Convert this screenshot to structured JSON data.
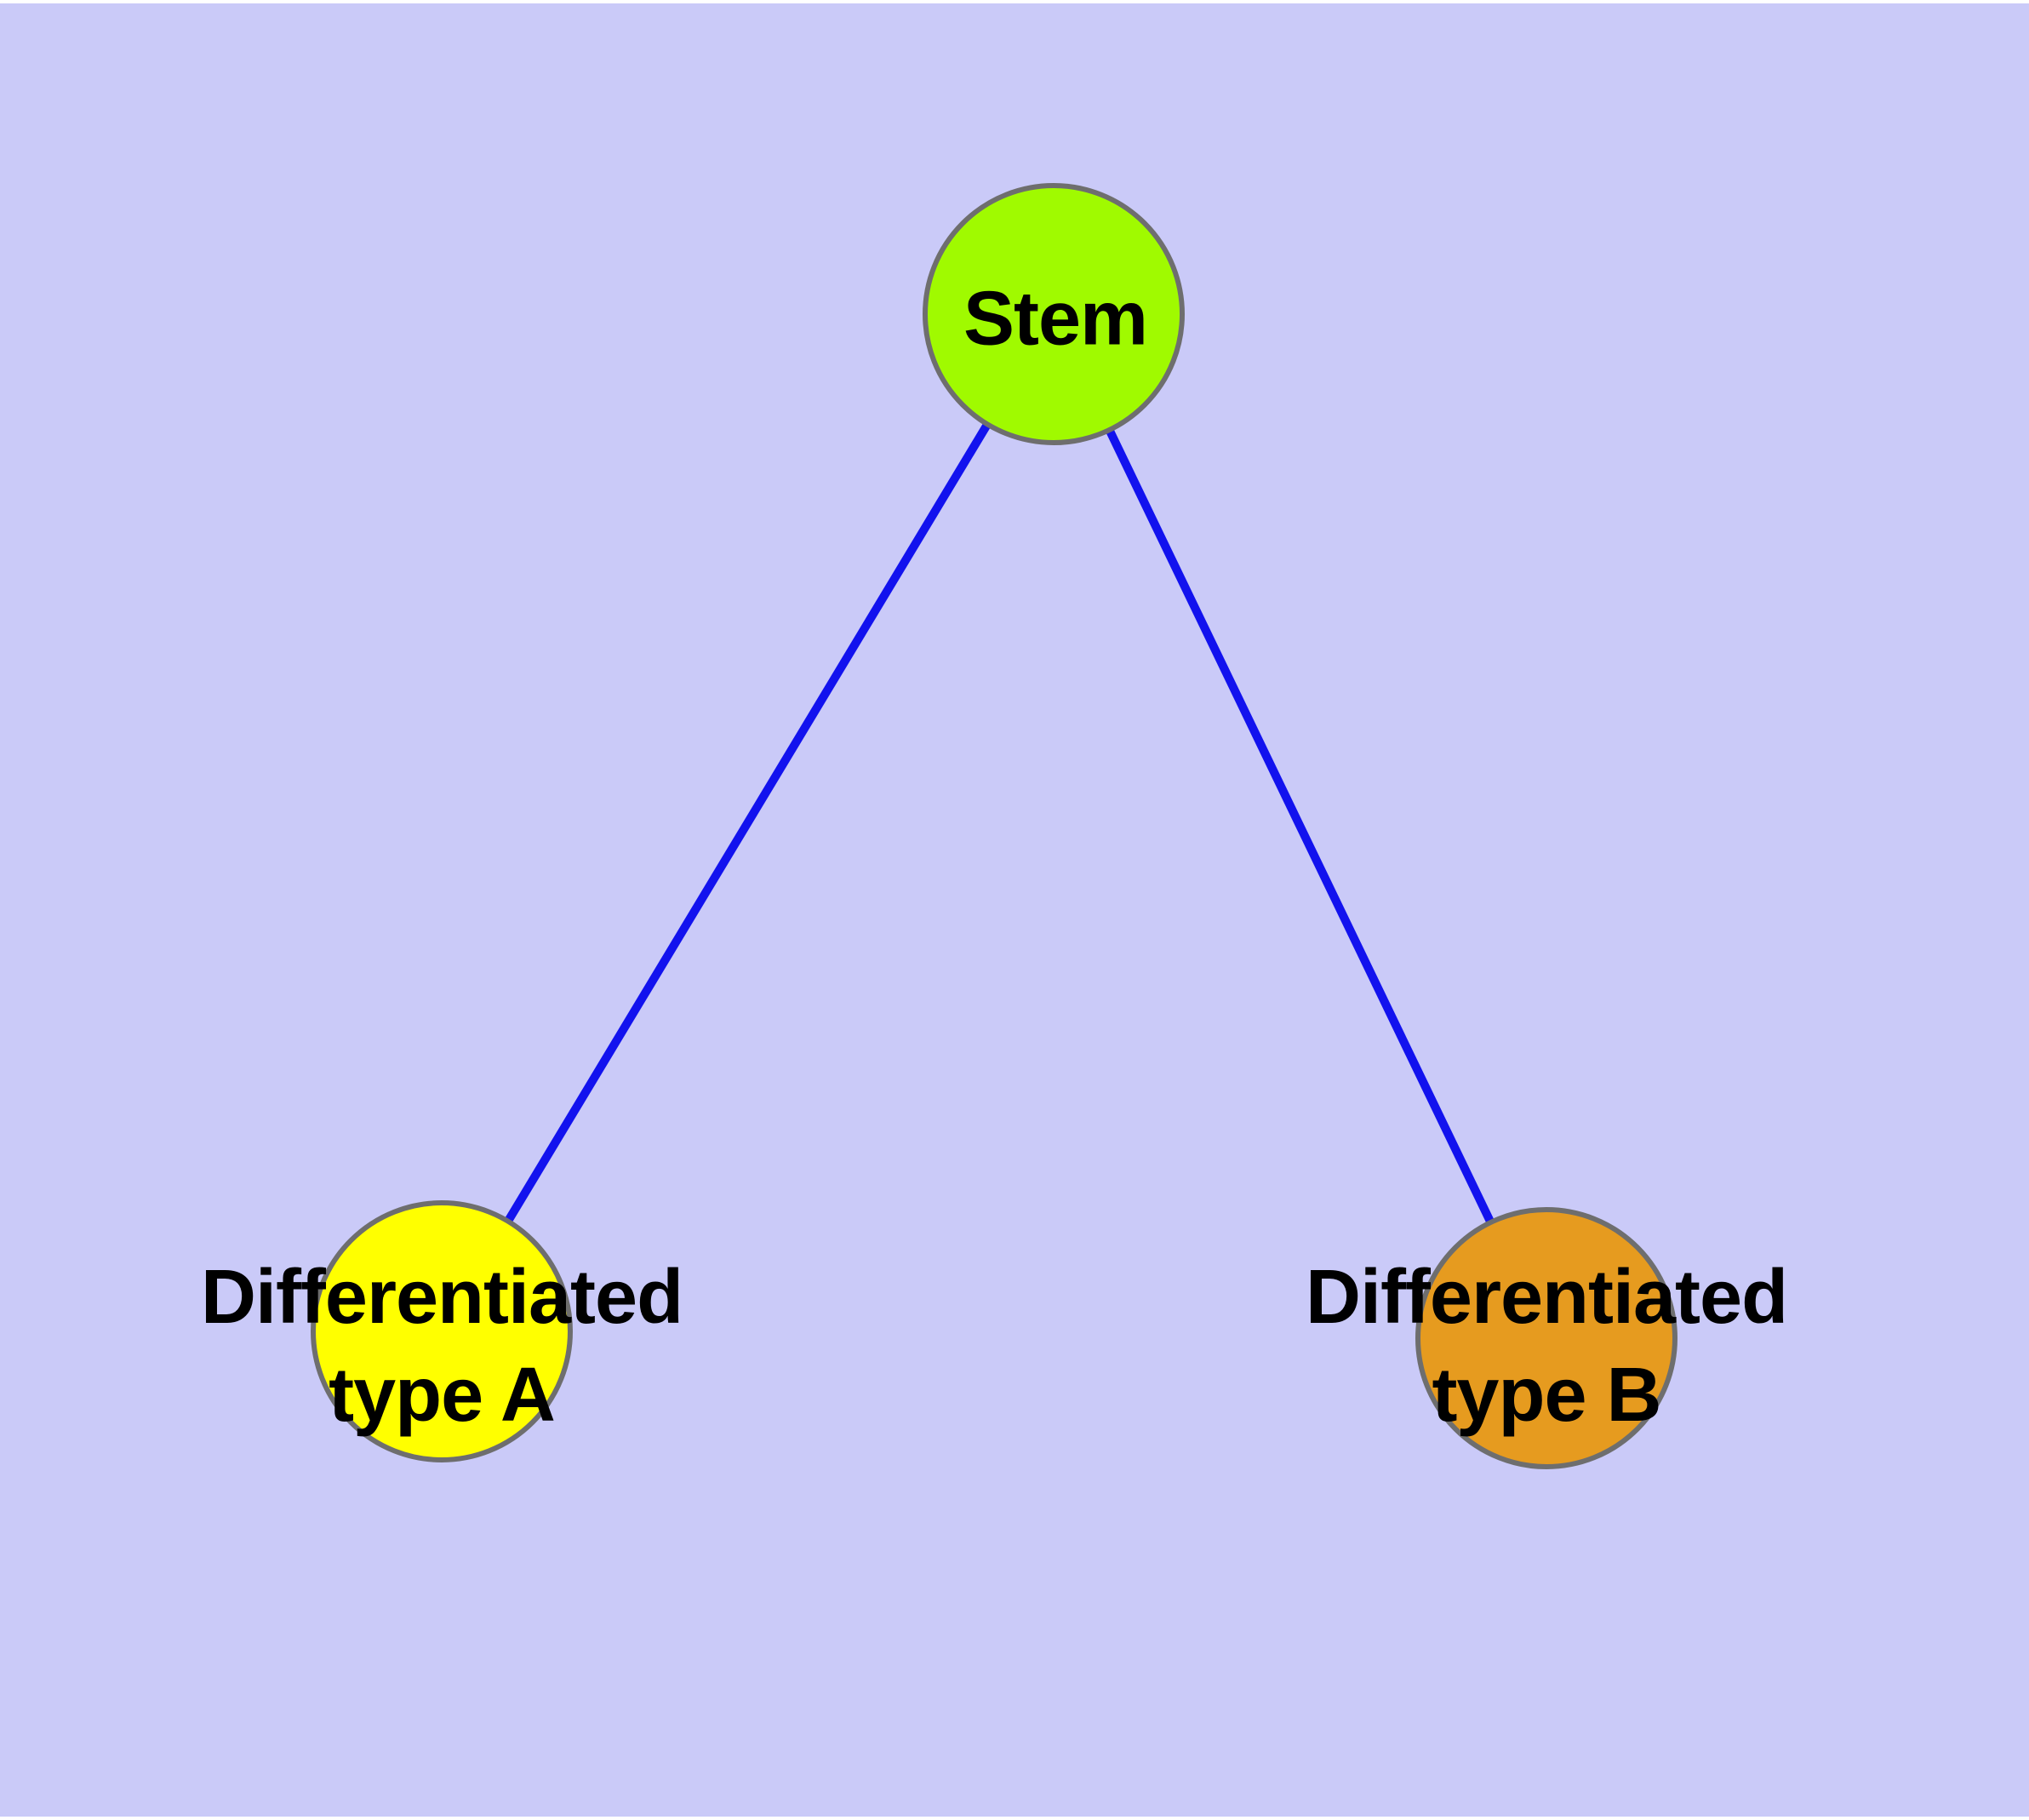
{
  "diagram": {
    "type": "graph",
    "background_color": "#CACAF8",
    "edge_color": "#1212EE",
    "node_border_color": "#6E6E6E",
    "label_color": "#000000",
    "nodes": [
      {
        "id": "stem",
        "label": "Stem",
        "label_line1": "Stem",
        "color": "#A0FA00"
      },
      {
        "id": "differentiated-type-a",
        "label": "Differentiated type A",
        "label_line1": "Differentiated",
        "label_line2": "type A",
        "color": "#FFFF00"
      },
      {
        "id": "differentiated-type-b",
        "label": "Differentiated type B",
        "label_line1": "Differentiated",
        "label_line2": "type B",
        "color": "#E69B1F"
      }
    ],
    "edges": [
      {
        "from": "Stem",
        "to": "Differentiated type A"
      },
      {
        "from": "Stem",
        "to": "Differentiated type B"
      }
    ]
  }
}
